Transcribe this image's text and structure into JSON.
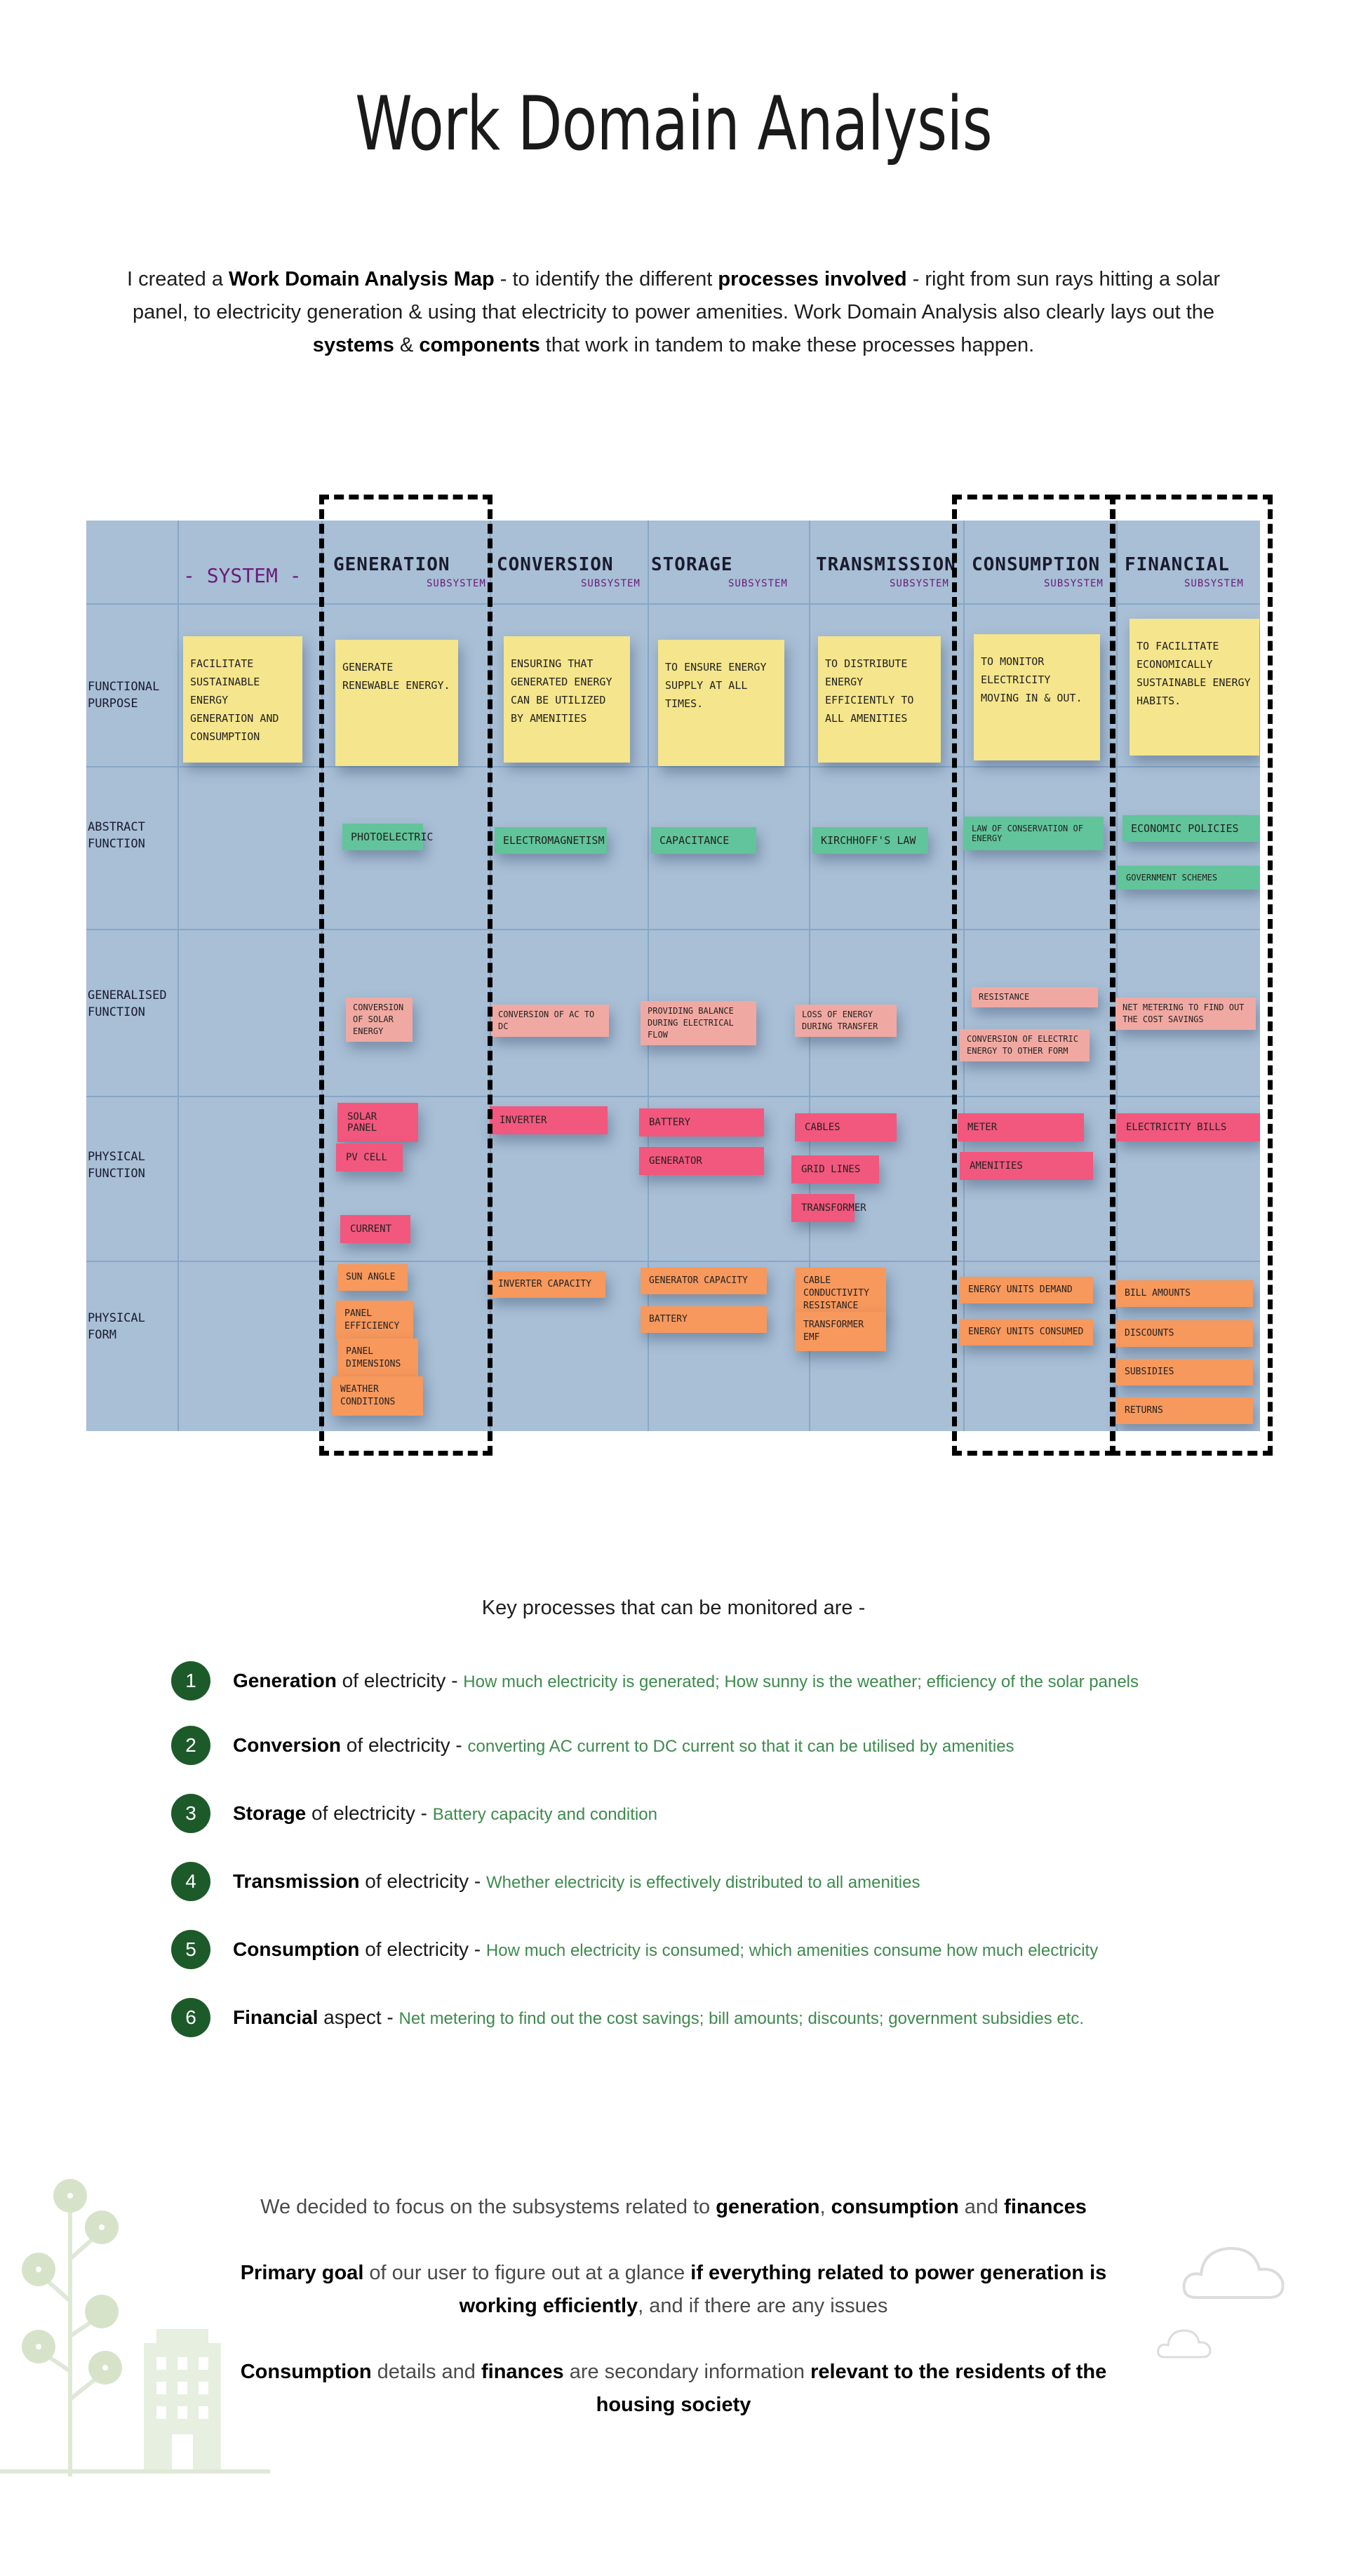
{
  "title": "Work Domain Analysis",
  "intro": {
    "p1": "I created a ",
    "b1": "Work Domain Analysis Map",
    "p2": " - to identify the different ",
    "b2": "processes involved",
    "p3": " - right from sun rays hitting a solar panel, to electricity generation & using that electricity to power amenities. Work Domain Analysis also clearly lays out the ",
    "b3": "systems",
    "p4": " & ",
    "b4": "components",
    "p5": " that work in tandem to make these processes happen."
  },
  "map": {
    "system_label": "- SYSTEM -",
    "columns": [
      {
        "head": "Generation",
        "sub": "Subsystem"
      },
      {
        "head": "Conversion",
        "sub": "Subsystem"
      },
      {
        "head": "Storage",
        "sub": "Subsystem"
      },
      {
        "head": "Transmission",
        "sub": "Subsystem"
      },
      {
        "head": "Consumption",
        "sub": "Subsystem"
      },
      {
        "head": "Financial",
        "sub": "Subsystem"
      }
    ],
    "rows": [
      "Functional Purpose",
      "Abstract Function",
      "Generalised Function",
      "Physical Function",
      "Physical Form"
    ],
    "functional_purpose": [
      "Facilitate Sustainable Energy Generation and Consumption",
      "Generate Renewable Energy.",
      "Ensuring that Generated Energy can be utilized by amenities",
      "To Ensure Energy Supply at all times.",
      "To Distribute Energy Efficiently to all amenities",
      "To Monitor Electricity Moving In & Out.",
      "To Facilitate Economically Sustainable Energy Habits."
    ],
    "abstract_function": [
      "Photoelectric",
      "Electromagnetism",
      "Capacitance",
      "Kirchhoff's Law",
      "Law of Conservation of Energy",
      "Economic Policies",
      "Government Schemes"
    ],
    "generalised_function": [
      "Conversion of Solar Energy",
      "Conversion of AC to DC",
      "Providing Balance During Electrical Flow",
      "Loss of Energy During Transfer",
      "Resistance",
      "Conversion of Electric Energy to Other Form",
      "Net Metering to Find Out the Cost Savings"
    ],
    "physical_function": [
      "Solar Panel",
      "PV Cell",
      "Current",
      "Inverter",
      "Battery",
      "Generator",
      "Cables",
      "Grid Lines",
      "Transformer",
      "Meter",
      "Amenities",
      "Electricity Bills"
    ],
    "physical_form": [
      "Sun Angle",
      "Panel Efficiency",
      "Panel Dimensions",
      "Weather Conditions",
      "Inverter Capacity",
      "Generator Capacity",
      "Battery",
      "Cable Conductivity Resistance",
      "Transformer EMF",
      "Energy Units Demand",
      "Energy Units Consumed",
      "Bill Amounts",
      "Discounts",
      "Subsidies",
      "Returns"
    ]
  },
  "key_processes": {
    "title": "Key processes that can be monitored are -",
    "items": [
      {
        "num": "1",
        "bold": "Generation",
        "rest": " of electricity - ",
        "detail": "How much electricity is generated; How sunny is the weather; efficiency of the solar panels"
      },
      {
        "num": "2",
        "bold": "Conversion",
        "rest": " of electricity - ",
        "detail": "converting AC current to DC current so that it can be utilised by amenities"
      },
      {
        "num": "3",
        "bold": "Storage",
        "rest": " of electricity - ",
        "detail": "Battery capacity and condition"
      },
      {
        "num": "4",
        "bold": "Transmission",
        "rest": " of electricity - ",
        "detail": "Whether electricity is effectively distributed to all amenities"
      },
      {
        "num": "5",
        "bold": "Consumption",
        "rest": " of electricity - ",
        "detail": "How much electricity is consumed; which amenities consume how much electricity"
      },
      {
        "num": "6",
        "bold": "Financial",
        "rest": " aspect - ",
        "detail": "Net metering to find out the cost savings; bill amounts; discounts; government subsidies etc."
      }
    ]
  },
  "decision": {
    "l1a": "We decided to focus on the subsystems related to ",
    "l1b": "generation",
    "l1c": ", ",
    "l1d": "consumption",
    "l1e": " and ",
    "l1f": "finances",
    "l2a": "Primary goal",
    "l2b": " of our user to figure out at a glance ",
    "l2c": "if everything related to power generation is working efficiently",
    "l2d": ", and if there are any issues",
    "l3a": "Consumption",
    "l3b": " details and ",
    "l3c": "finances",
    "l3d": " are secondary information ",
    "l3e": "relevant to the residents of the housing society"
  },
  "colors": {
    "accent_green": "#1d5a2a",
    "detail_green": "#3d8a4d",
    "sticky_yellow": "#f5e58c",
    "sticky_green": "#62c49a",
    "sticky_pink": "#f2577e",
    "sticky_orange": "#f7985c",
    "sticky_salmon": "#f0a9a2",
    "board_blue": "#a8bfd6"
  },
  "icons": [
    "tree-illustration-icon",
    "building-illustration-icon",
    "cloud-icon"
  ]
}
